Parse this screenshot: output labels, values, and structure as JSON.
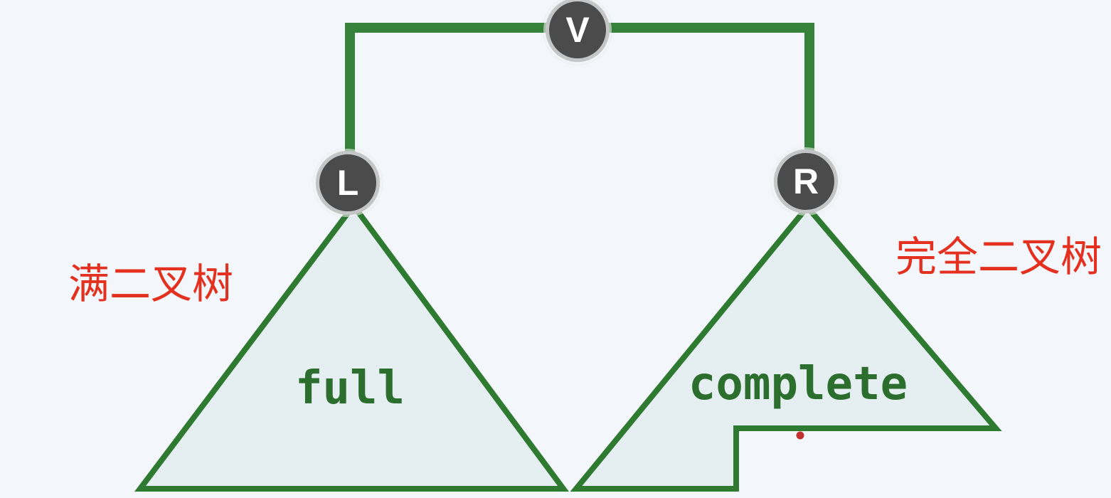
{
  "diagram": {
    "description": "Binary tree node V with left subtree L (full binary tree) and right subtree R (complete binary tree)",
    "nodes": {
      "v": {
        "label": "V"
      },
      "l": {
        "label": "L"
      },
      "r": {
        "label": "R"
      }
    },
    "trees": {
      "left": {
        "type_label": "full",
        "annotation": "满二叉树"
      },
      "right": {
        "type_label": "complete",
        "annotation": "完全二叉树"
      }
    },
    "colors": {
      "background": "#f3f6fa",
      "connector_green": "#37823a",
      "shape_border_green": "#2e7a31",
      "shape_fill": "#e5eef1",
      "tree_label_green": "#2c6e2e",
      "annotation_red": "#e4301f",
      "marker_dot_red": "#c22f2f",
      "node_fill": "#4b4b4b",
      "node_ring": "#c3c5c7",
      "node_text": "#ffffff"
    }
  }
}
